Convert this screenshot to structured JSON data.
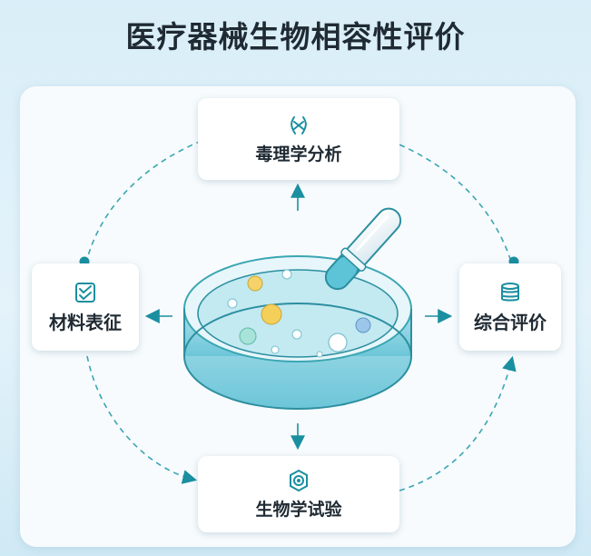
{
  "title": "医疗器械生物相容性评价",
  "nodes": {
    "top": {
      "label": "毒理学分析",
      "icon": "molecule-icon"
    },
    "left": {
      "label": "材料表征",
      "icon": "checklist-icon"
    },
    "right": {
      "label": "综合评价",
      "icon": "stack-icon"
    },
    "bottom": {
      "label": "生物学试验",
      "icon": "target-icon"
    }
  },
  "center": {
    "icon": "petri-dish-with-pipette"
  },
  "colors": {
    "accent": "#1a8fa0",
    "text": "#1f2a33",
    "liquid": "#bfe6ef"
  }
}
